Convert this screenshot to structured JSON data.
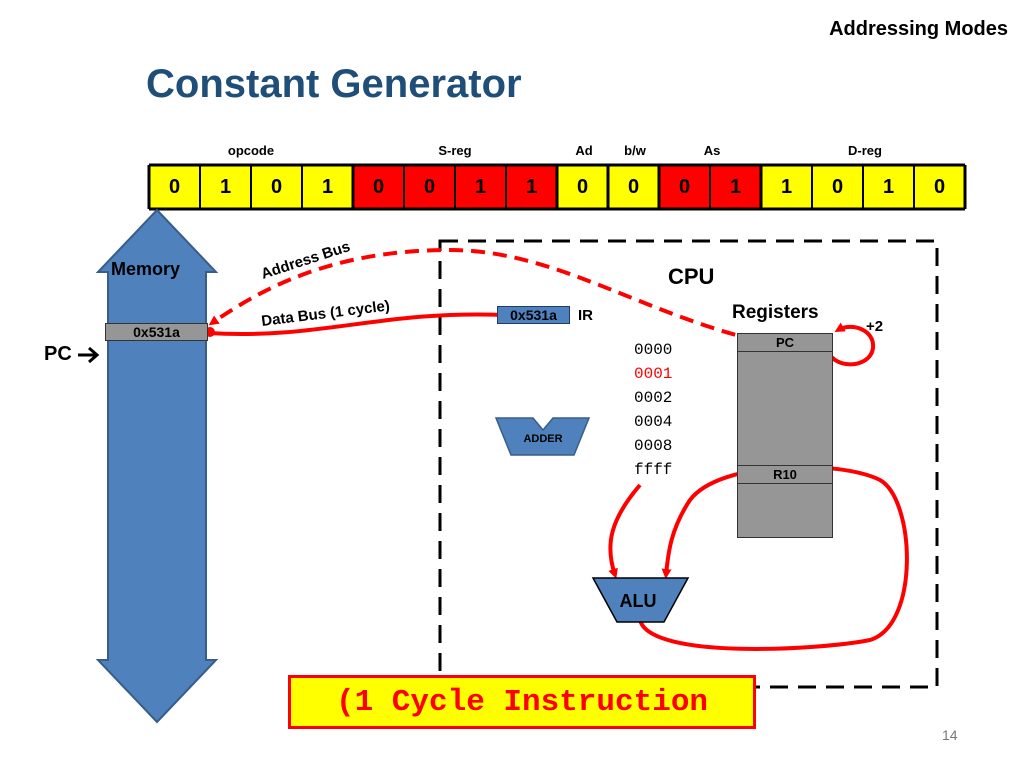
{
  "header": "Addressing Modes",
  "title": "Constant Generator",
  "instruction": {
    "fields": [
      {
        "label": "opcode",
        "bits": [
          "0",
          "1",
          "0",
          "1"
        ],
        "color": "#ffff00"
      },
      {
        "label": "S-reg",
        "bits": [
          "0",
          "0",
          "1",
          "1"
        ],
        "color": "#ff0000"
      },
      {
        "label": "Ad",
        "bits": [
          "0"
        ],
        "color": "#ffff00"
      },
      {
        "label": "b/w",
        "bits": [
          "0"
        ],
        "color": "#ffff00"
      },
      {
        "label": "As",
        "bits": [
          "0",
          "1"
        ],
        "color": "#ff0000"
      },
      {
        "label": "D-reg",
        "bits": [
          "1",
          "0",
          "1",
          "0"
        ],
        "color": "#ffff00"
      }
    ]
  },
  "memory": {
    "label": "Memory",
    "slot_value": "0x531a",
    "pointer_label": "PC"
  },
  "buses": {
    "address": "Address Bus",
    "data": "Data Bus (1 cycle)"
  },
  "cpu": {
    "label": "CPU",
    "ir_value": "0x531a",
    "ir_label": "IR",
    "registers_label": "Registers",
    "pc_reg": "PC",
    "r10_reg": "R10",
    "increment": "+2",
    "constants": [
      "0000",
      "0001",
      "0002",
      "0004",
      "0008",
      "ffff"
    ],
    "highlight_index": 1,
    "alu": "ALU",
    "adder": "ADDER"
  },
  "banner": "(1 Cycle Instruction",
  "page_number": "14",
  "colors": {
    "accent": "#ff0000",
    "title": "#1f4e79",
    "memory": "#4f81bd",
    "register": "#969696",
    "highlight": "#ffff00"
  }
}
